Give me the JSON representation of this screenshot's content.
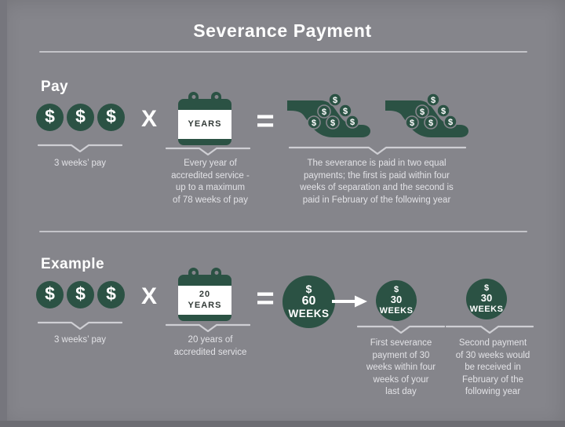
{
  "colors": {
    "bg": "#85858B",
    "frame-left": "#76767D",
    "frame-bottom": "#6C6C72",
    "green": "#2B5244",
    "white": "#FFFFFF",
    "caption": "#E2E2E6",
    "divider": "#CFCFD4",
    "cal-text": "#333B38"
  },
  "title": "Severance Payment",
  "symbols": {
    "dollar": "$",
    "multiply": "X",
    "equals": "="
  },
  "pay": {
    "heading": "Pay",
    "coins_caption": "3 weeks’ pay",
    "calendar_label": "YEARS",
    "calendar_caption": "Every year of\naccredited service -\nup to a maximum\nof 78 weeks of pay",
    "hands_caption": "The severance is paid in two equal\npayments; the first is paid within four\nweeks of separation and the second is\npaid in February of the following year"
  },
  "example": {
    "heading": "Example",
    "coins_caption": "3 weeks’ pay",
    "calendar_label": "20\nYEARS",
    "calendar_caption": "20 years of\naccredited service",
    "total": {
      "dollar": "$",
      "value": "60",
      "unit": "WEEKS"
    },
    "first": {
      "dollar": "$",
      "value": "30",
      "unit": "WEEKS",
      "caption": "First severance\npayment of 30\nweeks within four\nweeks of your\nlast day"
    },
    "second": {
      "dollar": "$",
      "value": "30",
      "unit": "WEEKS",
      "caption": "Second payment\nof 30 weeks would\nbe received in\nFebruary of the\nfollowing year"
    }
  }
}
